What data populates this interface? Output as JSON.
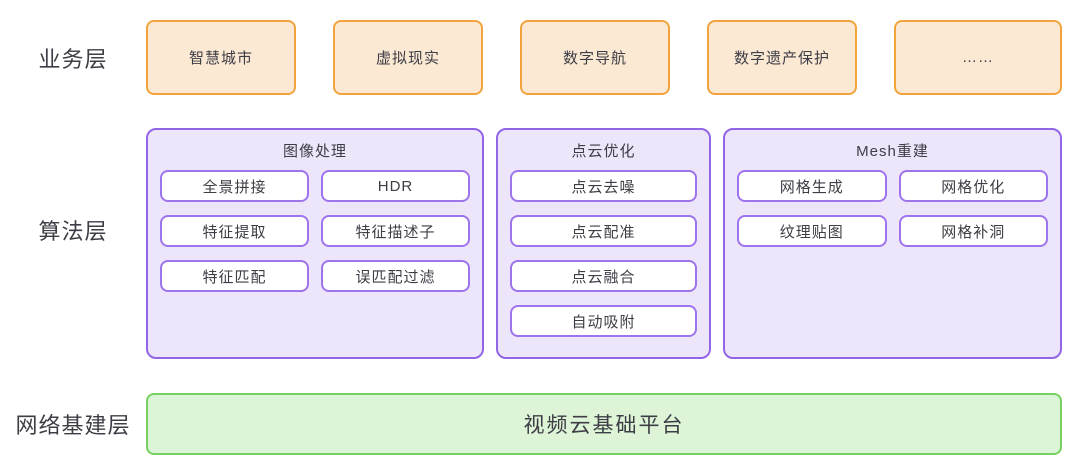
{
  "layers": {
    "business": {
      "label": "业务层",
      "items": [
        "智慧城市",
        "虚拟现实",
        "数字导航",
        "数字遗产保护",
        "……"
      ]
    },
    "algorithm": {
      "label": "算法层",
      "groups": [
        {
          "title": "图像处理",
          "items": [
            "全景拼接",
            "HDR",
            "特征提取",
            "特征描述子",
            "特征匹配",
            "误匹配过滤"
          ]
        },
        {
          "title": "点云优化",
          "items": [
            "点云去噪",
            "点云配准",
            "点云融合",
            "自动吸附"
          ]
        },
        {
          "title": "Mesh重建",
          "items": [
            "网格生成",
            "网格优化",
            "纹理贴图",
            "网格补洞"
          ]
        }
      ]
    },
    "infrastructure": {
      "label": "网络基建层",
      "platform": "视频云基础平台"
    }
  },
  "colors": {
    "background": "#FFFFFF",
    "text": "#3D3D46",
    "business-border": "#F2A33C",
    "business-fill": "#FBE9D3",
    "algorithm-border": "#9265E7",
    "algorithm-fill": "#EDE5FA",
    "algorithm-item-border": "#9E74EC",
    "algorithm-item-fill": "#FFFFFF",
    "infrastructure-border": "#77D161",
    "infrastructure-fill": "#DDF4D6"
  }
}
